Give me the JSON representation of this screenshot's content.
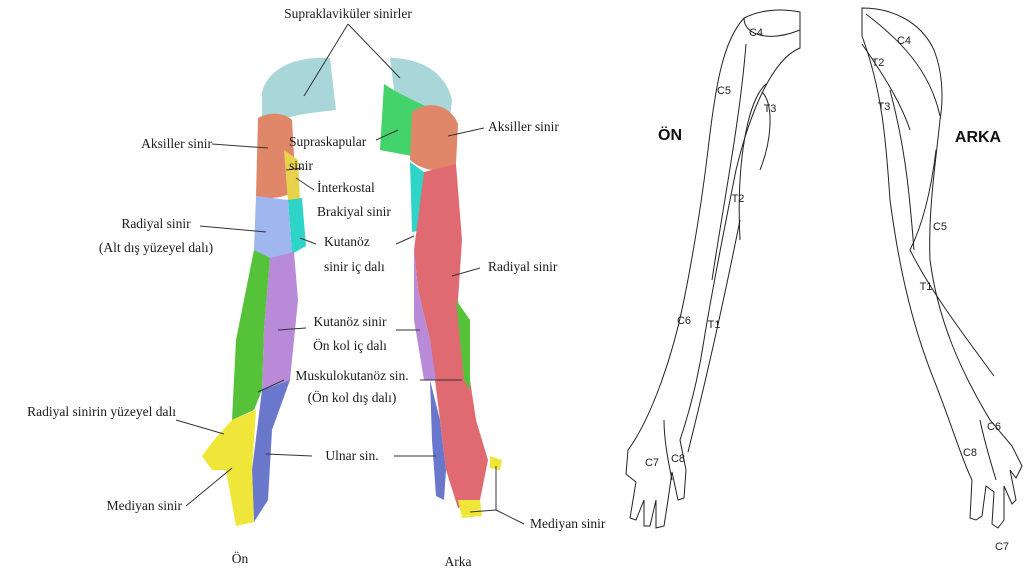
{
  "left_panel": {
    "top_label": "Supraklaviküler sinirler",
    "labels": {
      "aksiller_left": "Aksiller sinir",
      "supraskapular_1": "Supraskapular",
      "supraskapular_2": "sinir",
      "interkostal_1": "İnterkostal",
      "interkostal_2": "Brakiyal sinir",
      "radiyal_alt_1": "Radiyal sinir",
      "radiyal_alt_2": "(Alt dış yüzeyel dalı)",
      "kutanoz_ic_1": "Kutanöz",
      "kutanoz_ic_2": "sinir iç dalı",
      "aksiller_right": "Aksiller sinir",
      "radiyal_right": "Radiyal sinir",
      "kutanoz_onkol_1": "Kutanöz sinir",
      "kutanoz_onkol_2": "Ön kol iç dalı",
      "muskulo_1": "Muskulokutanöz sin.",
      "muskulo_2": "(Ön kol dış dalı)",
      "radiyal_yuzeyel": "Radiyal sinirin yüzeyel dalı",
      "ulnar": "Ulnar sin.",
      "mediyan_left": "Mediyan sinir",
      "mediyan_right": "Mediyan sinir",
      "caption_front": "Ön",
      "caption_back": "Arka"
    }
  },
  "right_panel": {
    "heading_front": "ÖN",
    "heading_back": "ARKA",
    "front_segments": [
      "C4",
      "C5",
      "T3",
      "T2",
      "C6",
      "T1",
      "C7",
      "C8"
    ],
    "back_segments": [
      "C4",
      "T2",
      "T3",
      "C5",
      "T1",
      "C6",
      "C8",
      "C7"
    ]
  },
  "colors": {
    "supraclavicular": "#a9d6d8",
    "axillary": "#e0876a",
    "supraskapular": "#44d36a",
    "radial": "#e06a72",
    "intercostobrachial": "#e8d24c",
    "med_cutaneous_arm": "#2fd4c8",
    "radial_lower_lateral": "#9fb7ee",
    "med_cutaneous_forearm": "#b88ad8",
    "musculocutaneous": "#55c23a",
    "ulnar": "#6a78cc",
    "median": "#f0e63a"
  }
}
